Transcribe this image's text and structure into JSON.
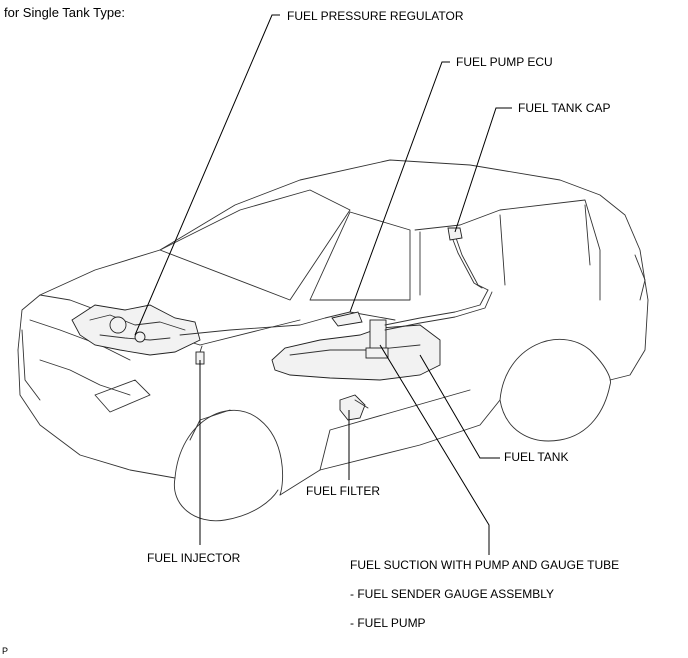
{
  "heading": "for Single Tank Type:",
  "labels": {
    "fuel_pressure_regulator": "FUEL PRESSURE REGULATOR",
    "fuel_pump_ecu": "FUEL PUMP ECU",
    "fuel_tank_cap": "FUEL TANK CAP",
    "fuel_tank": "FUEL TANK",
    "fuel_filter": "FUEL FILTER",
    "fuel_injector": "FUEL INJECTOR",
    "fuel_suction": "FUEL SUCTION WITH PUMP AND GAUGE TUBE",
    "fuel_sender": "- FUEL SENDER GAUGE ASSEMBLY",
    "fuel_pump": "- FUEL PUMP"
  },
  "corner_mark": "P"
}
